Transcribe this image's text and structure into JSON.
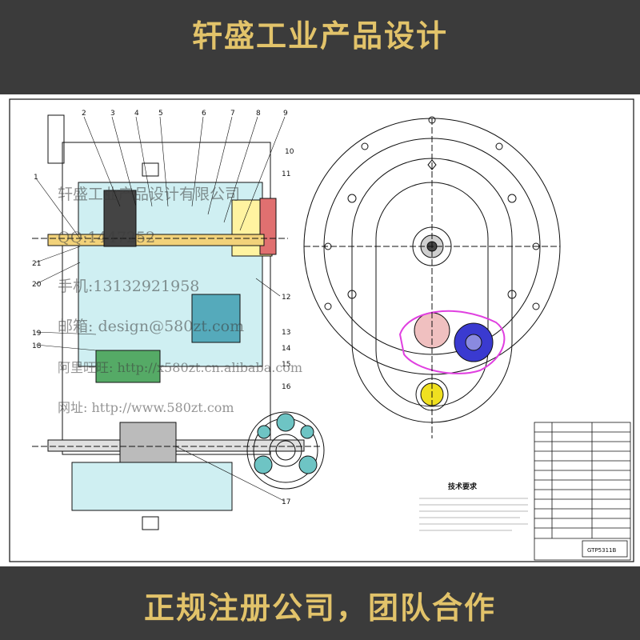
{
  "header": {
    "title": "轩盛工业产品设计"
  },
  "footer": {
    "slogan": "正规注册公司，团队合作"
  },
  "watermark": {
    "company": "轩盛工业产品设计有限公司",
    "qq": "QQ:1447252",
    "phone": "手机:13132921958",
    "email": "邮箱: design@580zt.com",
    "alibaba": "阿里旺旺: http://x580zt.cn.alibaba.com",
    "website": "网址: http://www.580zt.com"
  },
  "drawing": {
    "part_numbers_top": [
      "2",
      "3",
      "4",
      "5",
      "6",
      "7",
      "8",
      "9"
    ],
    "part_numbers_right": [
      "10",
      "11",
      "12",
      "13",
      "14",
      "15",
      "16"
    ],
    "part_numbers_left": [
      "1",
      "21",
      "20",
      "19",
      "18"
    ],
    "part_number_bottom": "17",
    "tech_requirements_title": "技术要求",
    "title_block_code": "GTP5311B"
  },
  "colors": {
    "banner_bg": "#3b3b3b",
    "banner_text": "#e2c36a",
    "line": "#111111",
    "section": "#6ec4c4",
    "hatch_red": "#d9534f",
    "blue": "#3a3ad0",
    "yellow": "#f0e020",
    "magenta": "#e040e0"
  }
}
